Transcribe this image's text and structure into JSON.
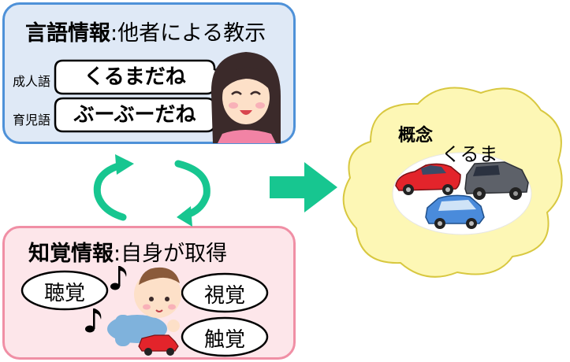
{
  "language_info": {
    "title_bold": "言語情報",
    "title_rest": ":他者による教示",
    "adult_label": "成人語",
    "child_label": "育児語",
    "adult_speech": "くるまだね",
    "child_speech": "ぶーぶーだね"
  },
  "perceptual_info": {
    "title_bold": "知覚情報",
    "title_rest": ":自身が取得",
    "hearing": "聴覚",
    "vision": "視覚",
    "touch": "触覚"
  },
  "concept": {
    "title": "概念",
    "word": "くるま"
  },
  "colors": {
    "lang_border": "#4e91d8",
    "lang_fill": "#dfe9f6",
    "perc_border": "#f08fa5",
    "perc_fill": "#fde6ea",
    "arrow": "#17c690",
    "cloud_fill": "#fdf7b5",
    "cloud_border": "#d8c840"
  },
  "icons": [
    "mother-icon",
    "baby-icon",
    "music-note-icon",
    "red-car-icon",
    "grey-suv-icon",
    "blue-car-icon",
    "cycle-arrows-icon",
    "right-arrow-icon"
  ]
}
